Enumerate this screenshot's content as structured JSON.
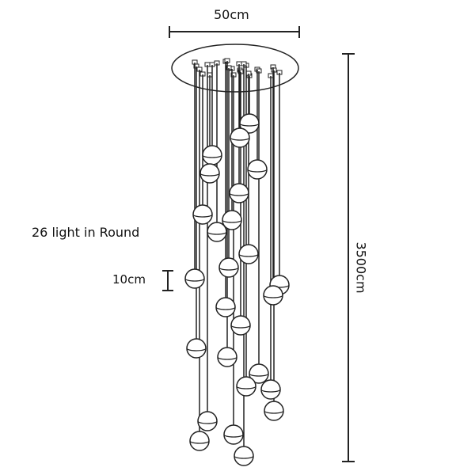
{
  "dimensions": {
    "width_label": "50cm",
    "height_label": "3500cm",
    "ball_label": "10cm"
  },
  "description_label": "26 light in Round",
  "colors": {
    "line": "#222222",
    "ball_fill": "#ffffff"
  }
}
